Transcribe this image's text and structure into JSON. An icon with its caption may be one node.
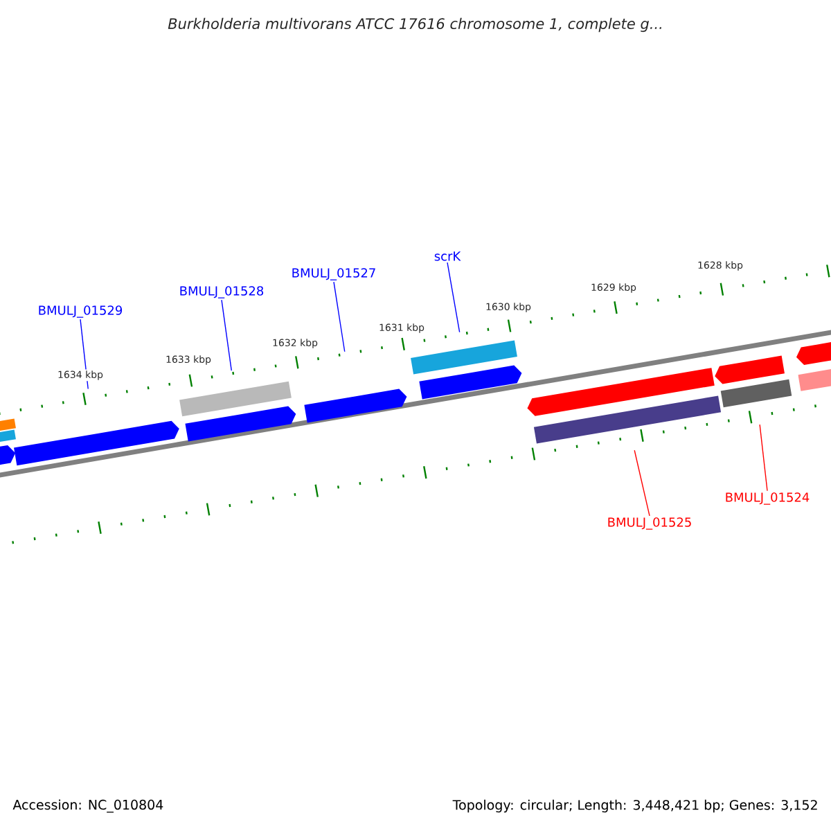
{
  "diagram": {
    "title": "Burkholderia multivorans ATCC 17616 chromosome 1, complete g...",
    "nodes": [
      {
        "text": [
          "BMULJ_01529"
        ]
      },
      {
        "text": [
          "BMULJ_01528"
        ]
      },
      {
        "text": [
          "BMULJ_01527"
        ]
      },
      {
        "text": [
          "scrK"
        ]
      },
      {
        "text": [],
        "shape": "bar"
      },
      {
        "text": [],
        "shape": "bar"
      },
      {
        "text": [],
        "shape": "arrow"
      },
      {
        "text": [],
        "shape": "arrow"
      },
      {
        "text": [],
        "shape": "bar"
      },
      {
        "text": [],
        "shape": "arrow"
      },
      {
        "text": [],
        "shape": "arrow"
      },
      {
        "text": [],
        "shape": "bar"
      },
      {
        "text": [],
        "shape": "arrow"
      },
      {
        "text": [],
        "shape": "arrow"
      },
      {
        "text": [],
        "shape": "bar"
      },
      {
        "text": [],
        "shape": "arrow"
      },
      {
        "text": [],
        "shape": "bar"
      },
      {
        "text": [],
        "shape": "arrow"
      },
      {
        "text": [],
        "shape": "bar"
      },
      {
        "text": [
          "BMULJ_01524"
        ]
      },
      {
        "text": [
          "BMULJ_01525"
        ]
      }
    ],
    "edges": [
      {
        "from": 0,
        "to": 7,
        "arrow": "none"
      },
      {
        "from": 1,
        "to": 8,
        "arrow": "none"
      },
      {
        "from": 2,
        "to": 10,
        "arrow": "none"
      },
      {
        "from": 3,
        "to": 11,
        "arrow": "none"
      },
      {
        "from": 19,
        "to": 16,
        "arrow": "none",
        "color": "#ff0000"
      },
      {
        "from": 20,
        "to": 14,
        "arrow": "none",
        "color": "#ff0000"
      }
    ],
    "labels": [
      "1628 kbp",
      "1629 kbp",
      "1630 kbp",
      "1631 kbp",
      "1632 kbp",
      "1633 kbp",
      "1634 kbp",
      "Accession: NC_010804",
      "Topology: circular; Length: 3,448,421 bp; Genes: 3,152"
    ]
  }
}
